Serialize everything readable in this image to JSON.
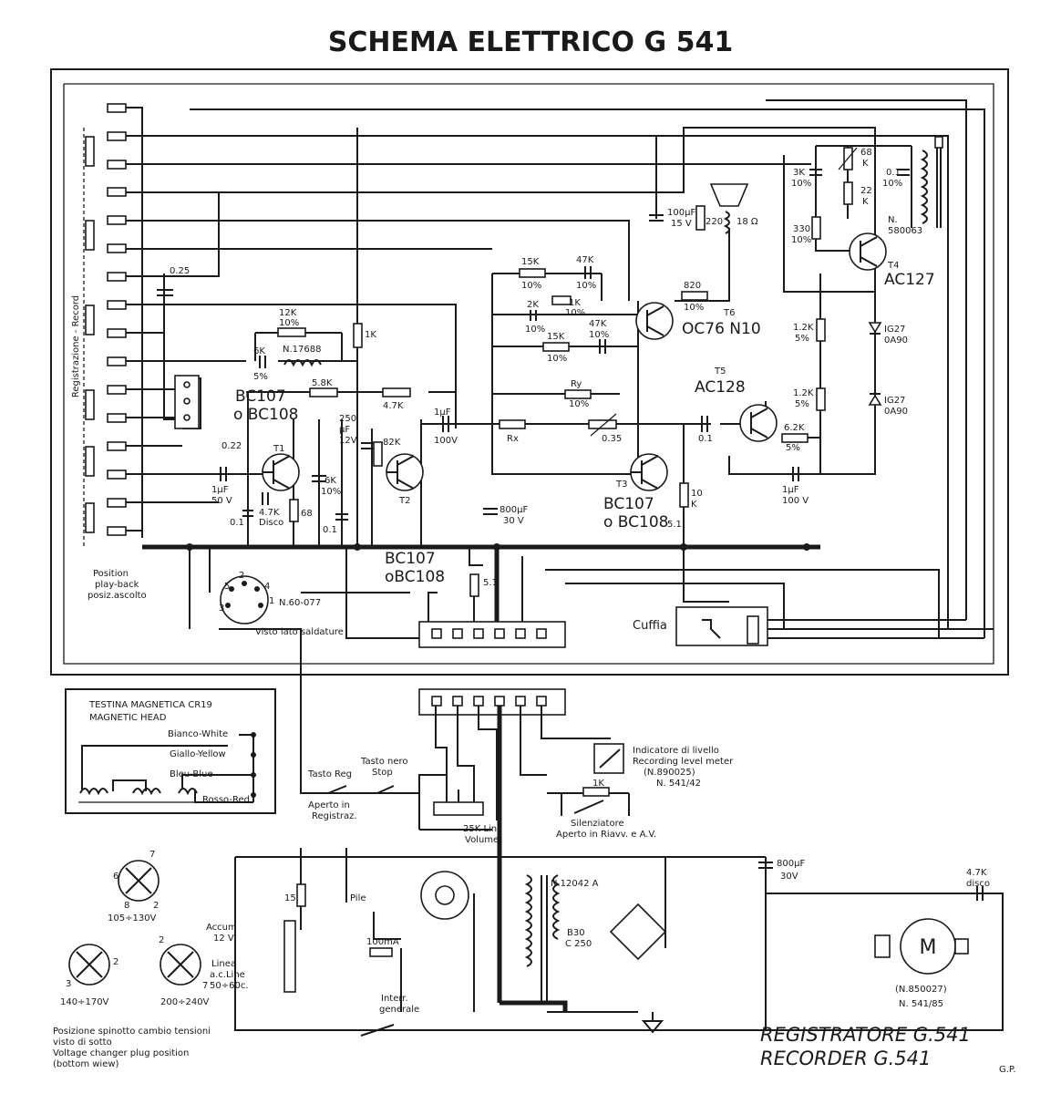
{
  "title": "SCHEMA ELETTRICO G 541",
  "model_label_1": "REGISTRATORE  G.541",
  "model_label_2": "RECORDER   G.541",
  "author_mark": "G.P.",
  "switch_label": "Registrazione  -  Record",
  "position_label": [
    "Position",
    "play-back",
    "posiz.ascolto"
  ],
  "connector_label": [
    "N.60-077",
    "Visto lato saldature"
  ],
  "connector_pins": [
    "1",
    "2",
    "3",
    "4",
    "5"
  ],
  "transistors": [
    {
      "ref": "T1",
      "type": "BC107",
      "alt": "o BC108"
    },
    {
      "ref": "T2",
      "type": "BC107",
      "alt": "oBC108"
    },
    {
      "ref": "T3",
      "type": "BC107",
      "alt": "o BC108"
    },
    {
      "ref": "T4",
      "type": "AC127"
    },
    {
      "ref": "T5",
      "type": "AC128"
    },
    {
      "ref": "T6",
      "type": "OC76 N10"
    }
  ],
  "diodes": [
    {
      "line1": "IG27",
      "line2": "0A90"
    },
    {
      "line1": "IG27",
      "line2": "0A90"
    }
  ],
  "components": {
    "c_025": "0.25",
    "r_12k": [
      "12K",
      "10%"
    ],
    "c_6k": [
      "6K",
      "5%"
    ],
    "coil_17688": "N.17688",
    "r_1k_left": "1K",
    "r_58k": "5.8K",
    "r_47k_mid": "4.7K",
    "c_250": [
      "250",
      "µF",
      "12V"
    ],
    "r_82k": "82K",
    "c_022": "0.22",
    "c_1uf_in": [
      "1µF",
      "50 V"
    ],
    "c_47k_disco": [
      "4.7K",
      "Disco"
    ],
    "r_68": "68",
    "c_6k2": [
      "6K",
      "10%"
    ],
    "c_01a": "0.1",
    "c_01b": "0.1",
    "c_1uf_100": [
      "1µF",
      "100V"
    ],
    "c_800_30": [
      "800µF",
      "30 V"
    ],
    "r_51a": "5.1",
    "r_51b": "5.1",
    "r_10k": [
      "10",
      "K"
    ],
    "r_15k_a": [
      "15K",
      "10%"
    ],
    "c_47k_a": [
      "47K",
      "10%"
    ],
    "r_2k": [
      "2K",
      "10%"
    ],
    "r_1k_mid": [
      "1K",
      "10%"
    ],
    "r_15k_b": [
      "15K",
      "10%"
    ],
    "c_47k_b": [
      "47K",
      "10%"
    ],
    "r_ry": [
      "Ry",
      "10%"
    ],
    "r_rx": "Rx",
    "pot_035": "0.35",
    "c_01c": "0.1",
    "r_820": [
      "820",
      "10%"
    ],
    "c_100uf": [
      "100µF",
      "15 V"
    ],
    "spk": [
      "220",
      "18 Ω"
    ],
    "c_3k": [
      "3K",
      "10%"
    ],
    "r_68k": [
      "68",
      "K"
    ],
    "r_22k": [
      "22",
      "K"
    ],
    "r_330": [
      "330",
      "10%"
    ],
    "c_01_osc": [
      "0.1",
      "10%"
    ],
    "osc_coil": [
      "N.",
      "580063"
    ],
    "r_12k_a": [
      "1.2K",
      "5%"
    ],
    "r_12k_b": [
      "1.2K",
      "5%"
    ],
    "r_62k": [
      "6.2K",
      "5%"
    ],
    "c_1uf_out": [
      "1µF",
      "100 V"
    ],
    "cuffia": "Cuffia"
  },
  "head_box": {
    "title_1": "TESTINA MAGNETICA CR19",
    "title_2": "MAGNETIC HEAD",
    "wires": [
      "Bianco-White",
      "Giallo-Yellow",
      "Bleu-Blue",
      "Rosso-Red"
    ]
  },
  "controls": {
    "tasto_reg": "Tasto Reg",
    "tasto_nero": "Tasto nero",
    "stop": "Stop",
    "aperto_reg": [
      "Aperto in",
      "Registraz."
    ],
    "pot_lin": [
      "25K Lin",
      "Volume"
    ],
    "meter": [
      "Indicatore di livello",
      "Recording level meter",
      "(N.890025)",
      "N. 541/42"
    ],
    "silenz": [
      "1K",
      "Silenziatore",
      "Aperto in Riavv. e A.V."
    ]
  },
  "power": {
    "r_15": "15",
    "pile": "Pile",
    "accum": [
      "Accum",
      "12 V"
    ],
    "linea": [
      "Linea",
      "a.c.Line",
      "50÷60c."
    ],
    "fuse": "100mA",
    "interr": [
      "Interr.",
      "generale"
    ],
    "trafo": "N.12042 A",
    "bridge": [
      "B30",
      "C 250"
    ],
    "c_800b": [
      "800µF",
      "30V"
    ],
    "c_disco": [
      "4.7K",
      "disco"
    ],
    "motor_letter": "M",
    "motor": [
      "(N.850027)",
      "N. 541/85"
    ]
  },
  "voltage_plug": {
    "v1": "105÷130V",
    "v2": "140÷170V",
    "v3": "200÷240V",
    "pins_a": [
      "6",
      "7",
      "8",
      "2"
    ],
    "pins_b": [
      "2",
      "3"
    ],
    "pins_c": [
      "2",
      "7"
    ],
    "note": [
      "Posizione spinotto cambio tensioni",
      "visto di sotto",
      "Voltage changer plug position",
      "(bottom wiew)"
    ]
  }
}
